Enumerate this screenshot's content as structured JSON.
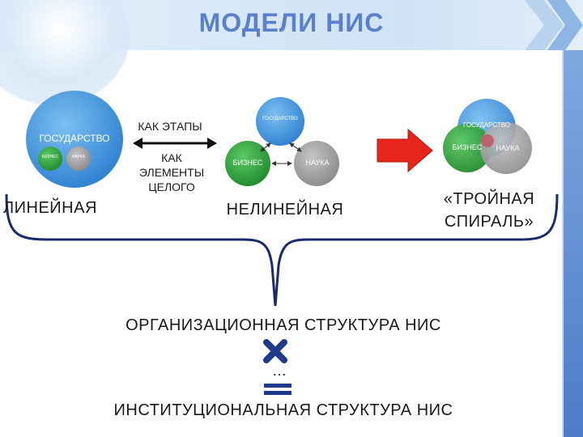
{
  "title": "МОДЕЛИ НИС",
  "labels": {
    "kak_etapy": "КАК ЭТАПЫ",
    "kak_elementy": "КАК\nЭЛЕМЕНТЫ\nЦЕЛОГО",
    "linear": "ЛИНЕЙНАЯ",
    "nonlinear": "НЕЛИНЕЙНАЯ",
    "triple_helix": "«ТРОЙНАЯ\nСПИРАЛЬ»",
    "org_structure": "ОРГАНИЗАЦИОННАЯ СТРУКТУРА НИС",
    "ellipsis": "…",
    "inst_structure": "ИНСТИТУЦИОНАЛЬНАЯ СТРУКТУРА НИС"
  },
  "linear_model": {
    "state": "ГОСУДАРСТВО",
    "business": "БИЗНЕС",
    "science": "НАУКА"
  },
  "nonlinear_model": {
    "state": "ГОСУДАРСТВО",
    "business": "БИЗНЕС",
    "science": "НАУКА"
  },
  "helix_model": {
    "state": "ГОСУДАРСТВО",
    "business": "БИЗНЕС",
    "science": "НАУКА"
  },
  "colors": {
    "title": "#5a7fce",
    "blue_circle": "#4a9be0",
    "green_circle": "#2fa33a",
    "gray_circle": "#9a9a9a",
    "red_arrow": "#e8251c",
    "brace": "#1a2b6d"
  }
}
